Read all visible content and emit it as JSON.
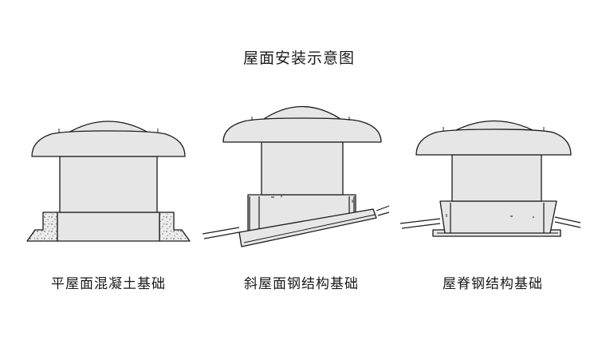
{
  "title": "屋面安装示意图",
  "figures": [
    {
      "caption": "平屋面混凝土基础"
    },
    {
      "caption": "斜屋面钢结构基础"
    },
    {
      "caption": "屋脊钢结构基础"
    }
  ]
}
